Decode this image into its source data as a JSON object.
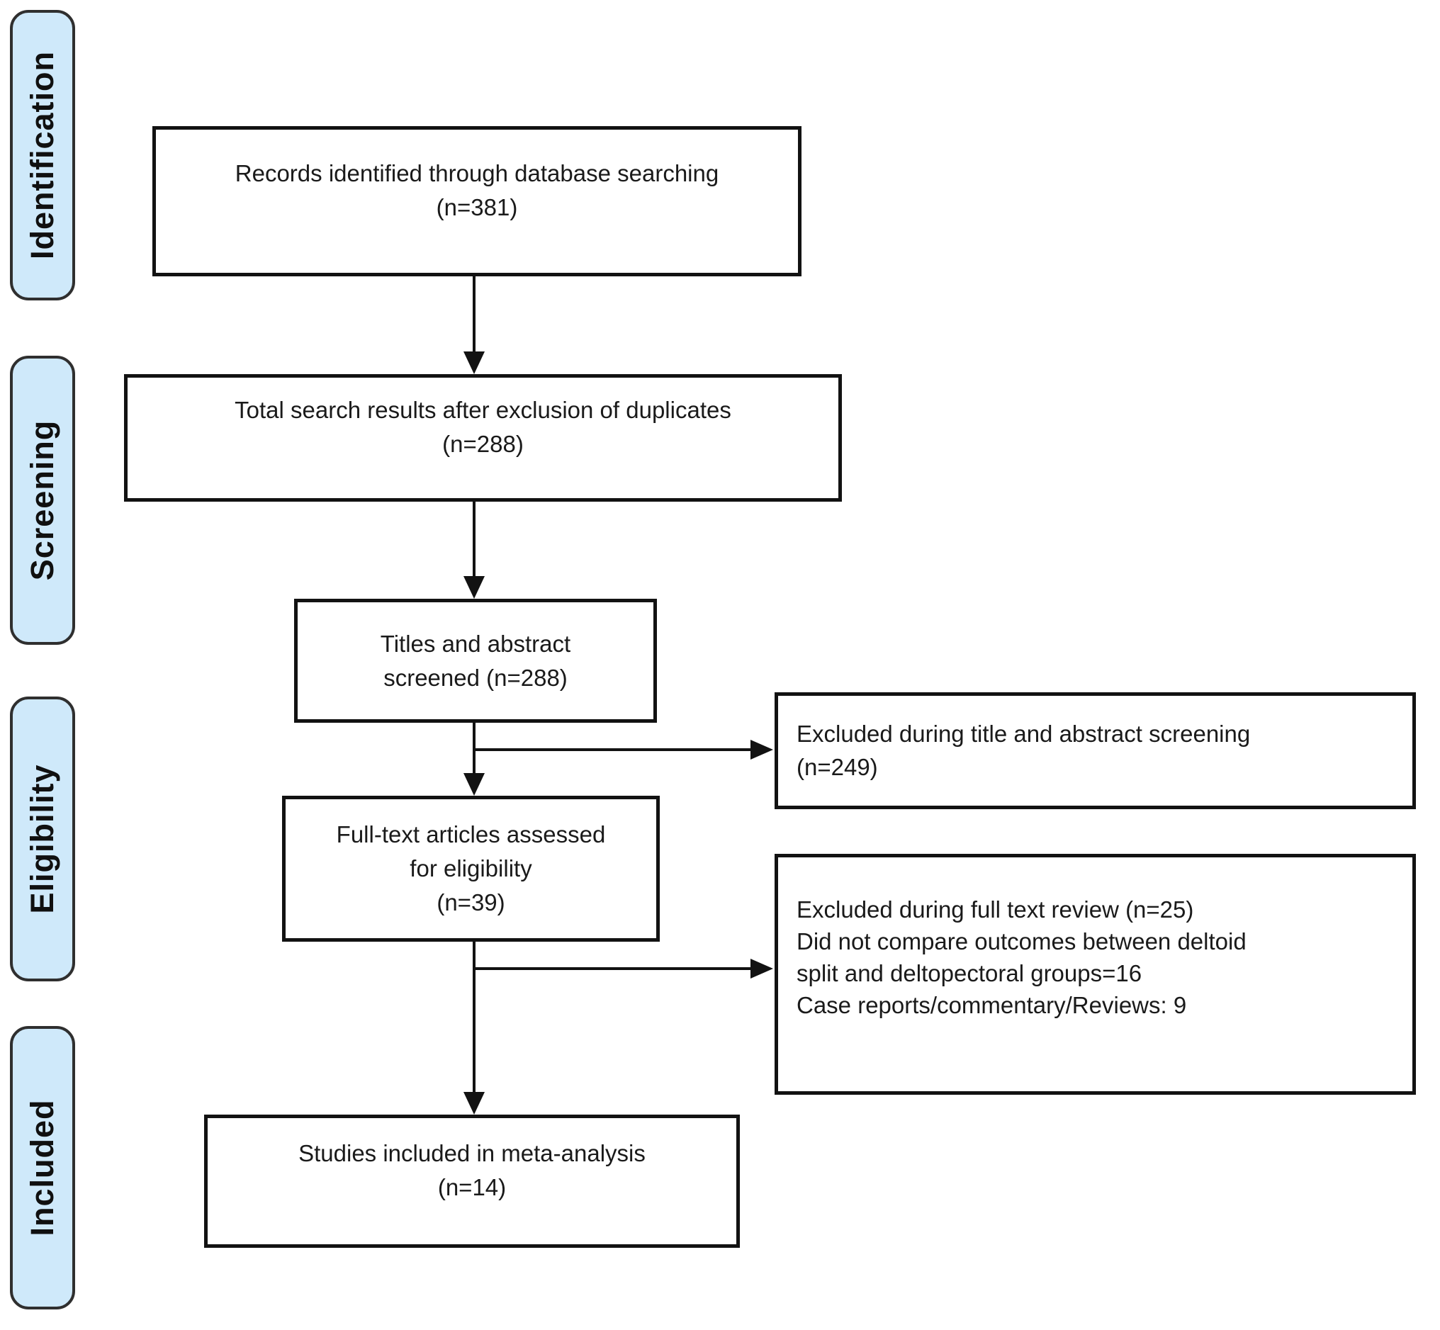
{
  "colors": {
    "background": "#ffffff",
    "stage_fill": "#cfe9fa",
    "stage_border": "#2f2f2f",
    "box_fill": "#ffffff",
    "box_border": "#121212",
    "text": "#1a1a1a"
  },
  "stages": [
    {
      "label": "Identification"
    },
    {
      "label": "Screening"
    },
    {
      "label": "Eligibility"
    },
    {
      "label": "Included"
    }
  ],
  "flow": {
    "records": {
      "lines": [
        "Records identified through database searching",
        "(n=381)"
      ]
    },
    "deduplicated": {
      "lines": [
        "Total search results after exclusion of duplicates",
        "(n=288)"
      ]
    },
    "screened": {
      "lines": [
        "Titles and abstract",
        "screened (n=288)"
      ]
    },
    "fulltext": {
      "lines": [
        "Full-text articles assessed",
        "for eligibility",
        "(n=39)"
      ]
    },
    "included": {
      "lines": [
        "Studies included in meta-analysis",
        "(n=14)"
      ]
    }
  },
  "exclusions": {
    "title_abstract": {
      "lines": [
        "Excluded during title and abstract screening",
        "(n=249)"
      ]
    },
    "full_text": {
      "lines": [
        "Excluded during full text review (n=25)",
        "Did not compare outcomes between deltoid",
        "split and deltopectoral groups=16",
        "Case reports/commentary/Reviews: 9"
      ]
    }
  }
}
